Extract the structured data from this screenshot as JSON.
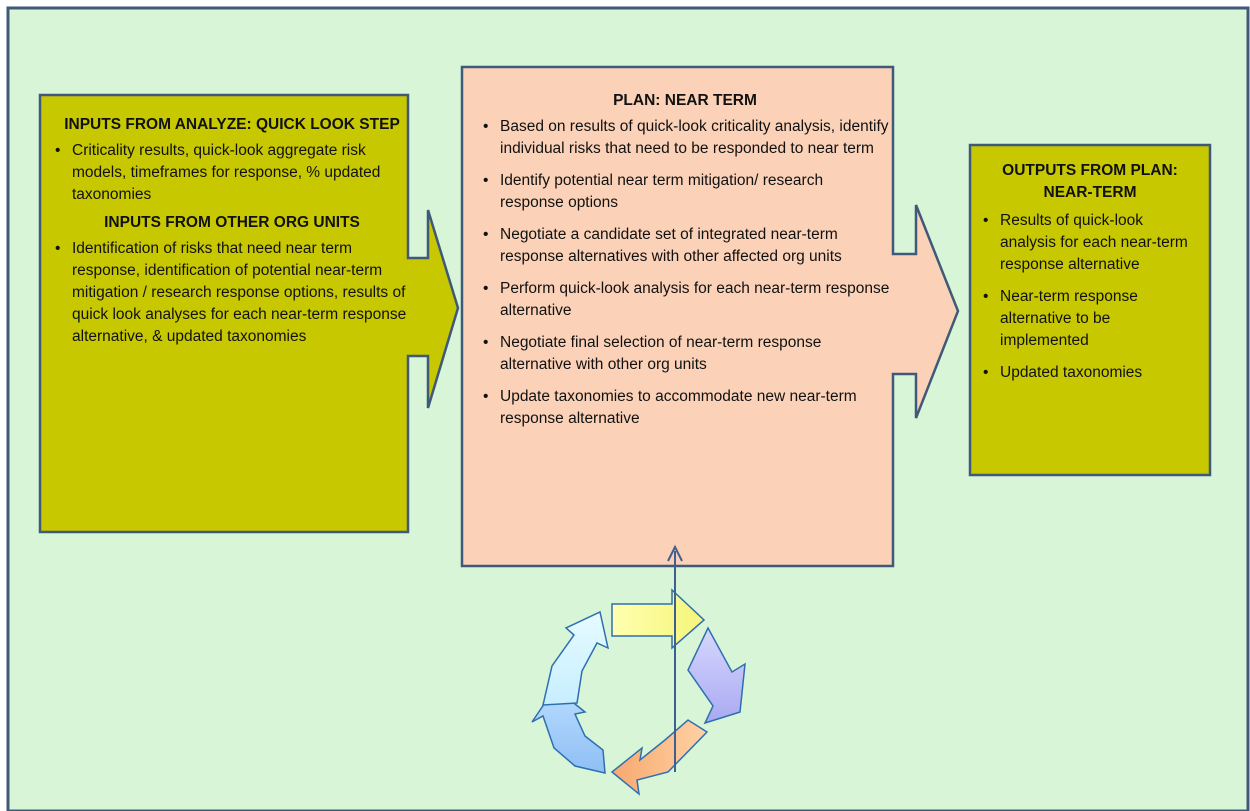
{
  "colors": {
    "background": "#d8f5d8",
    "border": "#3f5a78",
    "olive_fill": "#c8c800",
    "peach_fill": "#fbd2b8",
    "arrow_stroke": "#3f5f8f"
  },
  "inputs_block": {
    "analyze_title": "INPUTS FROM ANALYZE: QUICK LOOK STEP",
    "analyze_items": [
      "Criticality results, quick-look aggregate risk models, timeframes for response, % updated taxonomies"
    ],
    "org_title": "INPUTS FROM OTHER ORG UNITS",
    "org_items": [
      "Identification of risks that need near term response, identification of potential near-term mitigation / research response options, results of quick look analyses for each near-term response alternative, & updated taxonomies"
    ]
  },
  "plan_block": {
    "title": "PLAN: NEAR TERM",
    "items": [
      "Based on results of quick-look criticality analysis, identify individual risks that need to be responded to near term",
      "Identify potential near term mitigation/ research response options",
      "Negotiate a candidate set of integrated near-term response alternatives with other affected org units",
      "Perform quick-look analysis for each near-term response alternative",
      "Negotiate final selection of near-term response alternative with other org units",
      "Update taxonomies to accommodate new near-term  response alternative"
    ]
  },
  "outputs_block": {
    "title": "OUTPUTS FROM PLAN: NEAR-TERM",
    "items": [
      "Results of quick-look analysis for each near-term response alternative",
      "Near-term response alternative to be implemented",
      "Updated taxonomies"
    ]
  },
  "cycle_icon": {
    "name": "cycle-arrows-icon",
    "colors": [
      "#ffff99",
      "#c7c7ff",
      "#ffc48f",
      "#99c7ff",
      "#c8f3ff"
    ]
  }
}
